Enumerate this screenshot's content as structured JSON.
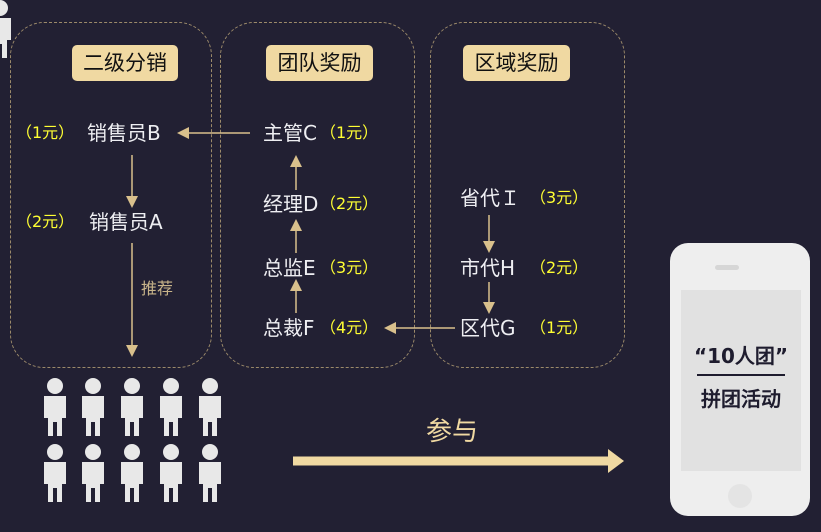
{
  "sections": [
    {
      "title": "二级分销"
    },
    {
      "title": "团队奖励"
    },
    {
      "title": "区域奖励"
    }
  ],
  "left": {
    "b": {
      "name": "销售员B",
      "price": "（1元）"
    },
    "a": {
      "name": "销售员A",
      "price": "（2元）"
    },
    "recommend": "推荐"
  },
  "middle": {
    "c": {
      "name": "主管C",
      "price": "（1元）"
    },
    "d": {
      "name": "经理D",
      "price": "（2元）"
    },
    "e": {
      "name": "总监E",
      "price": "（3元）"
    },
    "f": {
      "name": "总裁F",
      "price": "（4元）"
    }
  },
  "right": {
    "i": {
      "name": "省代Ｉ",
      "price": "（3元）"
    },
    "h": {
      "name": "市代H",
      "price": "（2元）"
    },
    "g": {
      "name": "区代G",
      "price": "（1元）"
    }
  },
  "participate": "参与",
  "phone": {
    "line1": "“10人团”",
    "line2": "拼团活动"
  },
  "colors": {
    "accent": "#f0d9a2",
    "price": "#ffff33",
    "bg": "#222033"
  }
}
